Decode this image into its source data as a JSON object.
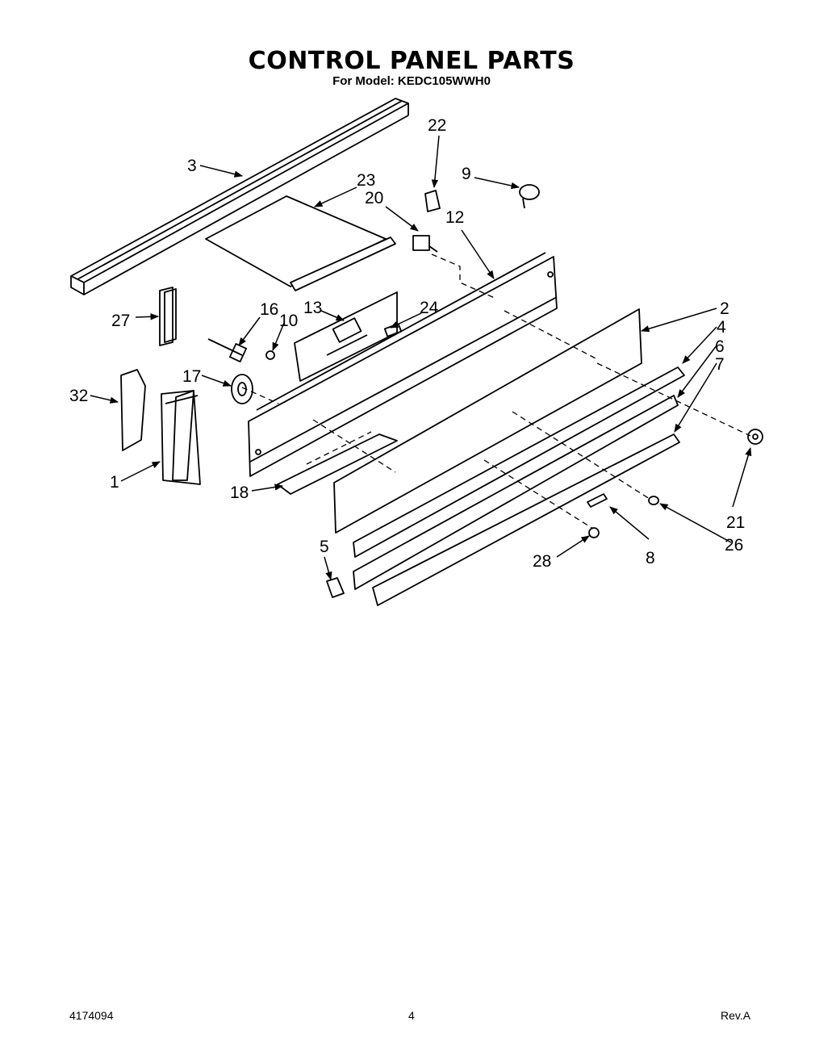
{
  "title": "CONTROL PANEL PARTS",
  "subtitle": "For Model: KEDC105WWH0",
  "footer": {
    "doc_number": "4174094",
    "page": "4",
    "revision": "Rev.A"
  },
  "callouts": [
    "1",
    "2",
    "3",
    "4",
    "5",
    "6",
    "7",
    "8",
    "9",
    "10",
    "12",
    "13",
    "16",
    "17",
    "18",
    "20",
    "21",
    "22",
    "23",
    "24",
    "26",
    "27",
    "28",
    "32"
  ]
}
